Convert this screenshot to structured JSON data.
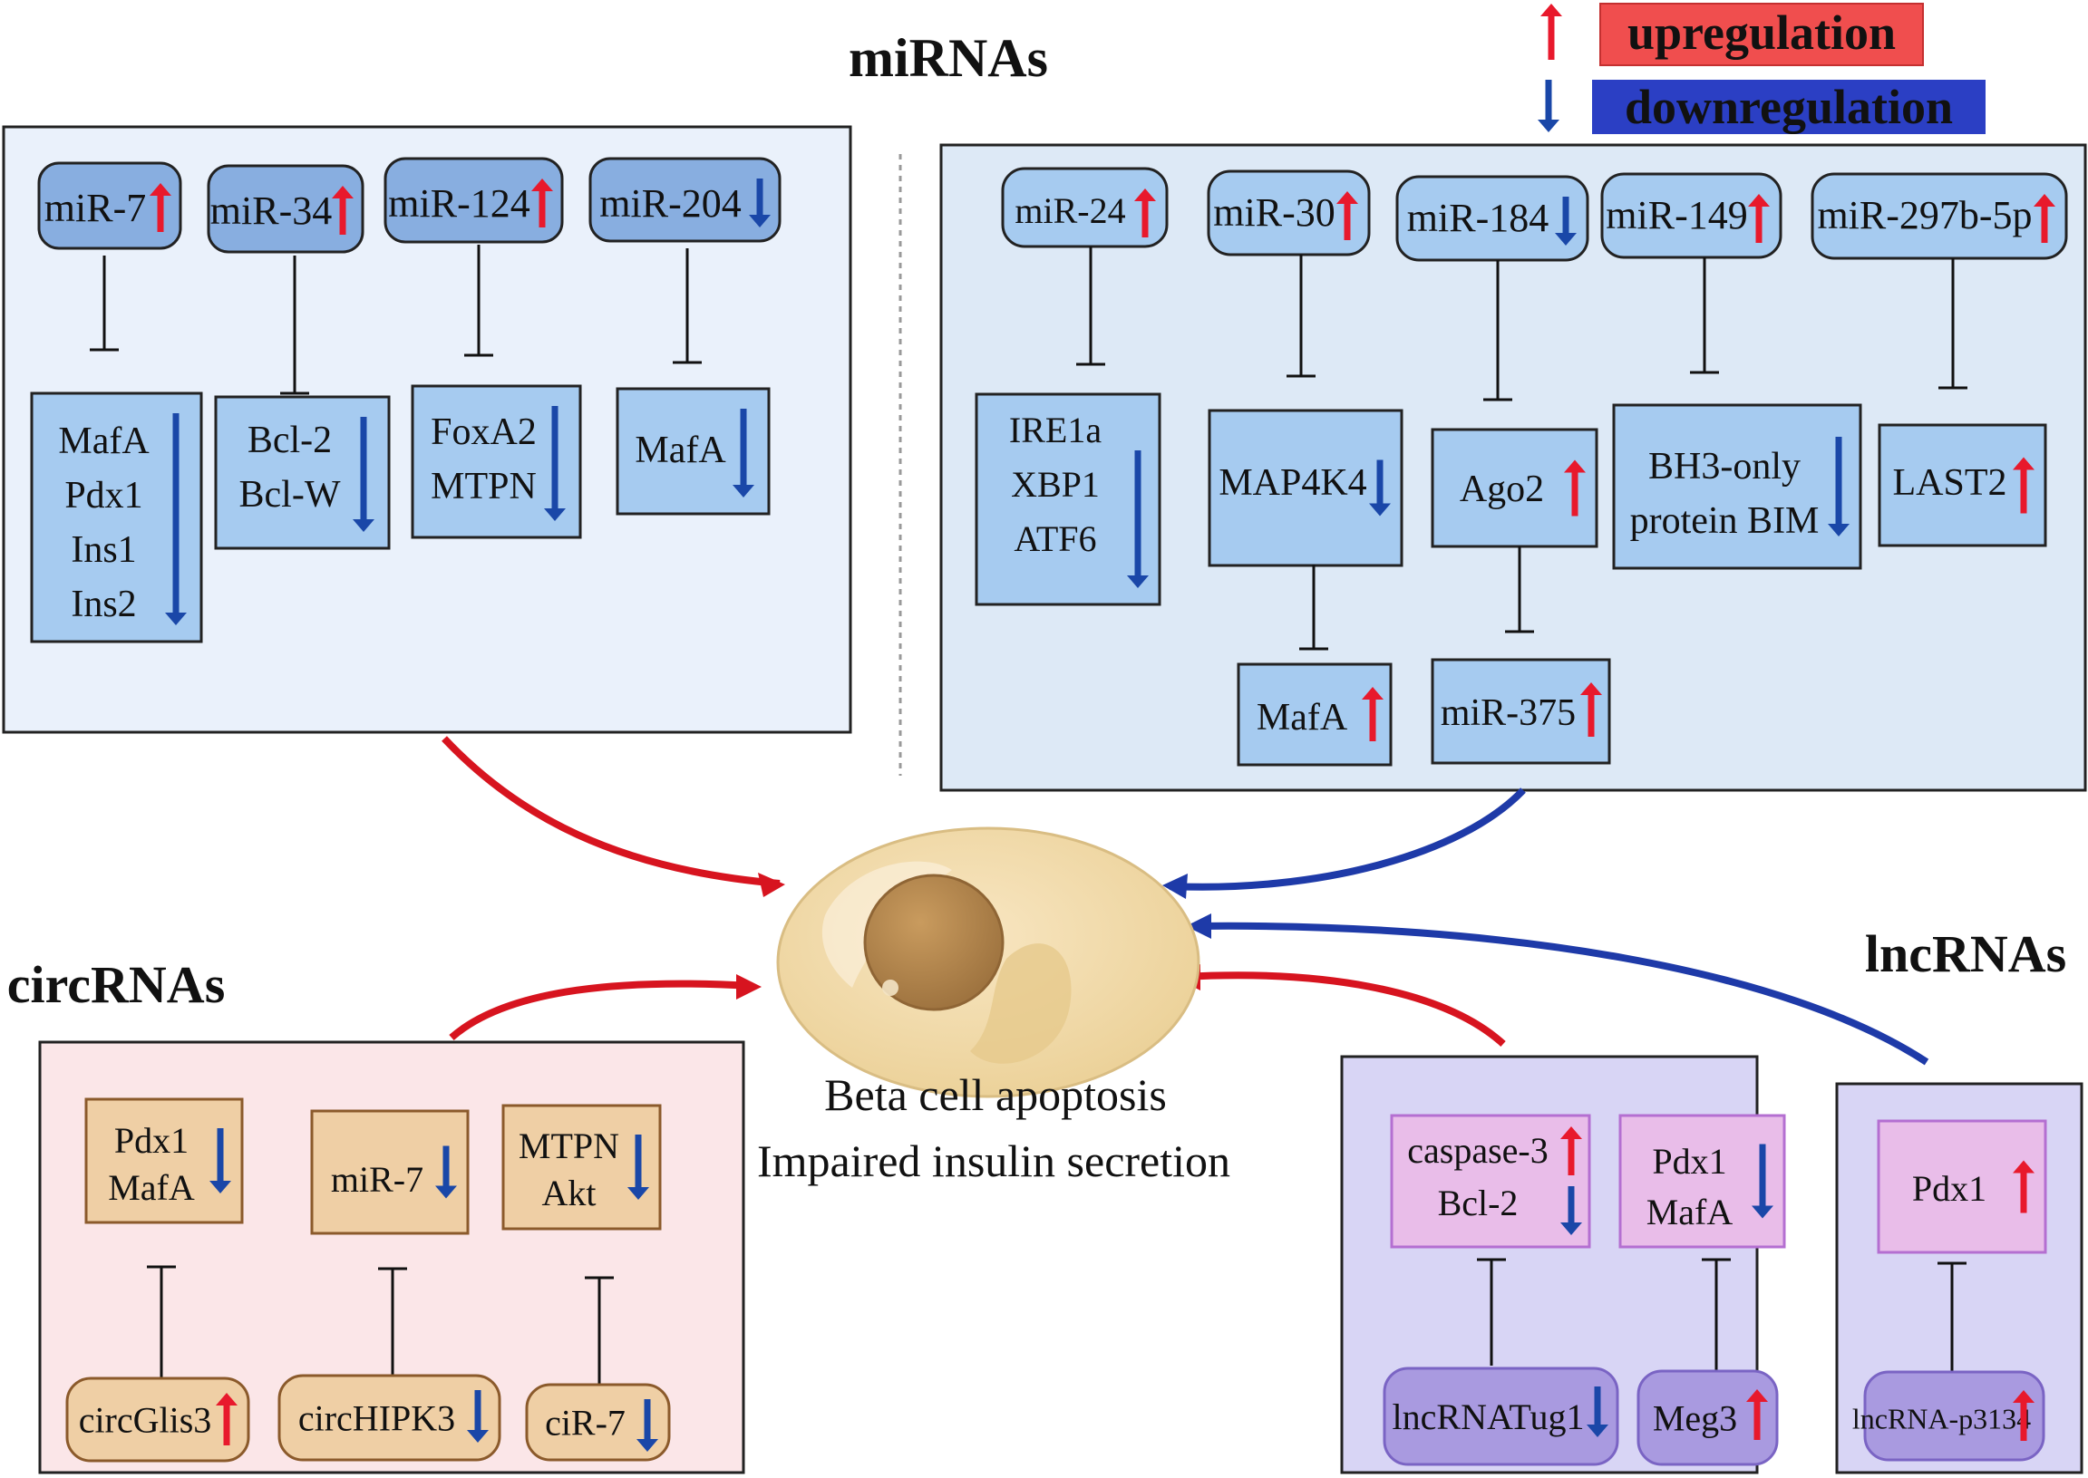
{
  "legend": {
    "up": "upregulation",
    "down": "downregulation"
  },
  "sections": {
    "mirnas": "miRNAs",
    "circrnas": "circRNAs",
    "lncrnas": "lncRNAs"
  },
  "center": {
    "line1": "Beta cell apoptosis",
    "line2": "Impaired insulin secretion"
  },
  "mirna_left": [
    {
      "mirna": "miR-7",
      "mirna_dir": "up",
      "targets": [
        "MafA",
        "Pdx1",
        "Ins1",
        "Ins2"
      ],
      "target_dir": "down"
    },
    {
      "mirna": "miR-34",
      "mirna_dir": "up",
      "targets": [
        "Bcl-2",
        "Bcl-W"
      ],
      "target_dir": "down"
    },
    {
      "mirna": "miR-124",
      "mirna_dir": "up",
      "targets": [
        "FoxA2",
        "MTPN"
      ],
      "target_dir": "down"
    },
    {
      "mirna": "miR-204",
      "mirna_dir": "down",
      "targets": [
        "MafA"
      ],
      "target_dir": "down"
    }
  ],
  "mirna_right": [
    {
      "mirna": "miR-24",
      "mirna_dir": "up",
      "targets": [
        "IRE1a",
        "XBP1",
        "ATF6"
      ],
      "target_dir": "down"
    },
    {
      "mirna": "miR-30",
      "mirna_dir": "up",
      "targets": [
        "MAP4K4"
      ],
      "target_dir": "down",
      "downstream": "MafA",
      "downstream_dir": "up"
    },
    {
      "mirna": "miR-184",
      "mirna_dir": "down",
      "targets": [
        "Ago2"
      ],
      "target_dir": "up",
      "downstream": "miR-375",
      "downstream_dir": "up"
    },
    {
      "mirna": "miR-149",
      "mirna_dir": "up",
      "targets": [
        "BH3-only",
        "protein BIM"
      ],
      "target_dir": "down"
    },
    {
      "mirna": "miR-297b-5p",
      "mirna_dir": "up",
      "targets": [
        "LAST2"
      ],
      "target_dir": "up"
    }
  ],
  "circrna": [
    {
      "name": "circGlis3",
      "dir": "up",
      "targets": [
        "Pdx1",
        "MafA"
      ],
      "target_dir": "down"
    },
    {
      "name": "circHIPK3",
      "dir": "down",
      "targets": [
        "miR-7"
      ],
      "target_dir": "down"
    },
    {
      "name": "ciR-7",
      "dir": "down",
      "targets": [
        "MTPN",
        "Akt"
      ],
      "target_dir": "down"
    }
  ],
  "lncrna": [
    {
      "name": "lncRNATug1",
      "dir": "down",
      "targets": [
        "caspase-3",
        "Bcl-2"
      ],
      "target_dirs": [
        "up",
        "down"
      ]
    },
    {
      "name": "Meg3",
      "dir": "up",
      "targets": [
        "Pdx1",
        "MafA"
      ],
      "target_dir": "down"
    },
    {
      "name": "lncRNA-p3134",
      "dir": "up",
      "targets": [
        "Pdx1"
      ],
      "target_dir": "up"
    }
  ],
  "colors": {
    "up_arrow": "#e8192c",
    "down_arrow": "#1a47a8",
    "legend_up_bg": "#f04e4e",
    "legend_down_bg": "#2b3fc4",
    "mirna_panel_left": "#eaf1fb",
    "mirna_panel_right": "#dde9f6",
    "mirna_box_dark": "#88aee0",
    "mirna_box_light": "#a6cbf0",
    "circ_panel": "#fbe6e8",
    "circ_box": "#efcfa5",
    "lnc_panel": "#d8d5f5",
    "lnc_target": "#e9bde9",
    "lnc_source": "#a99ae0",
    "cell_body": "#f0d9a6",
    "cell_nucleus": "#b98b4f",
    "red_curve": "#d7141f",
    "blue_curve": "#1e3aa8"
  }
}
